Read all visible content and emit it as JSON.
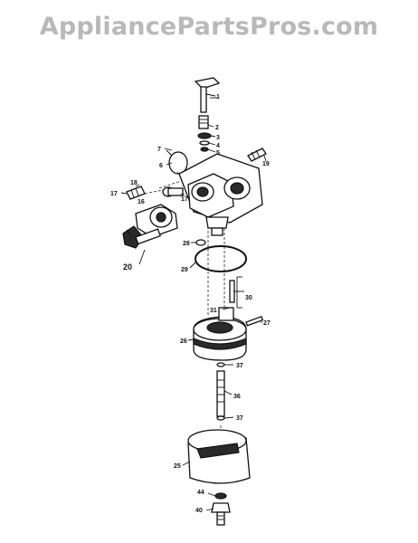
{
  "watermark": "AppliancePartsPros.com",
  "labels": [
    "1",
    "2",
    "3",
    "4",
    "5",
    "6",
    "7",
    "16",
    "17",
    "18",
    "19",
    "20",
    "28",
    "29",
    "30",
    "31",
    "27",
    "26",
    "37",
    "36",
    "37",
    "25",
    "44",
    "40"
  ]
}
